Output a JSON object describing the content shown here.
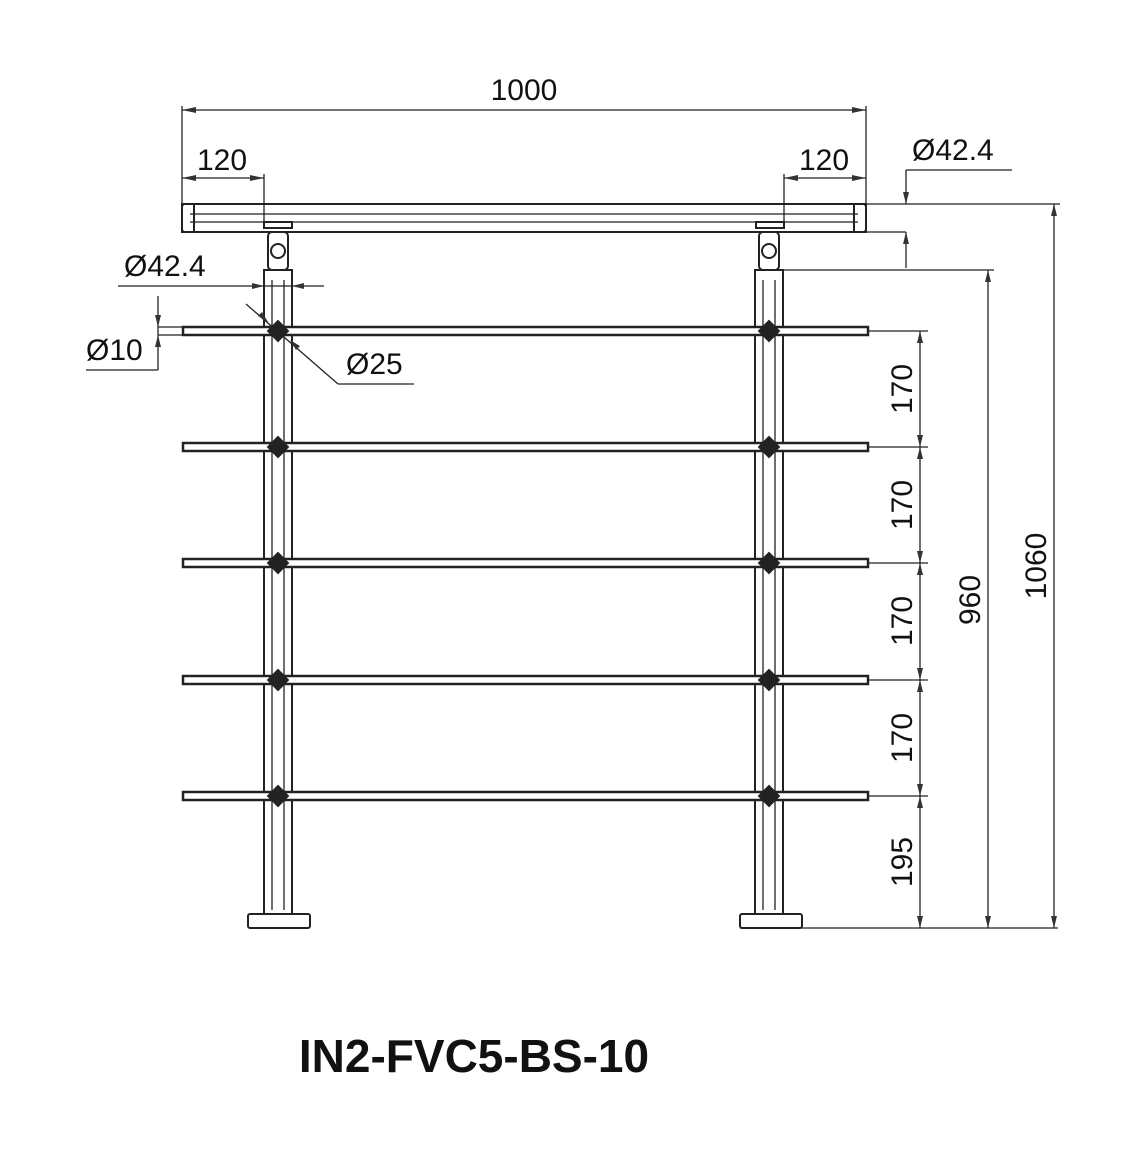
{
  "drawing": {
    "product_code": "IN2-FVC5-BS-10",
    "dimensions": {
      "overall_width": "1000",
      "left_overhang": "120",
      "right_overhang": "120",
      "handrail_diameter": "Ø42.4",
      "post_diameter": "Ø42.4",
      "bar_diameter": "Ø10",
      "connector_diameter": "Ø25",
      "bar_spacings": [
        "170",
        "170",
        "170",
        "170"
      ],
      "bottom_gap": "195",
      "post_height": "960",
      "overall_height": "1060"
    },
    "counts": {
      "posts": 2,
      "horizontal_bars": 5
    }
  }
}
